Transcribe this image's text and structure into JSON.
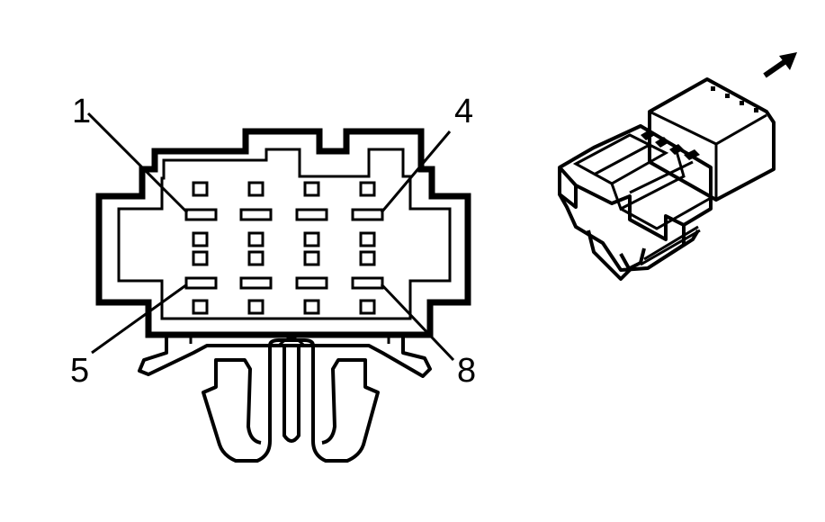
{
  "diagram": {
    "pin_labels": {
      "pin1": "1",
      "pin4": "4",
      "pin5": "5",
      "pin8": "8"
    },
    "direction_arrow": "arrow-up-right-icon"
  }
}
